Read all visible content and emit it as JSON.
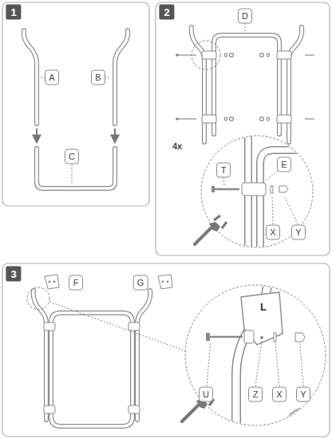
{
  "diagram": {
    "labels": [
      "1",
      "A",
      "B",
      "C",
      "2",
      "D",
      "4x",
      "T",
      "E",
      "X",
      "Y",
      "3",
      "F",
      "G",
      "L",
      "U",
      "Z",
      "X",
      "Y"
    ]
  }
}
